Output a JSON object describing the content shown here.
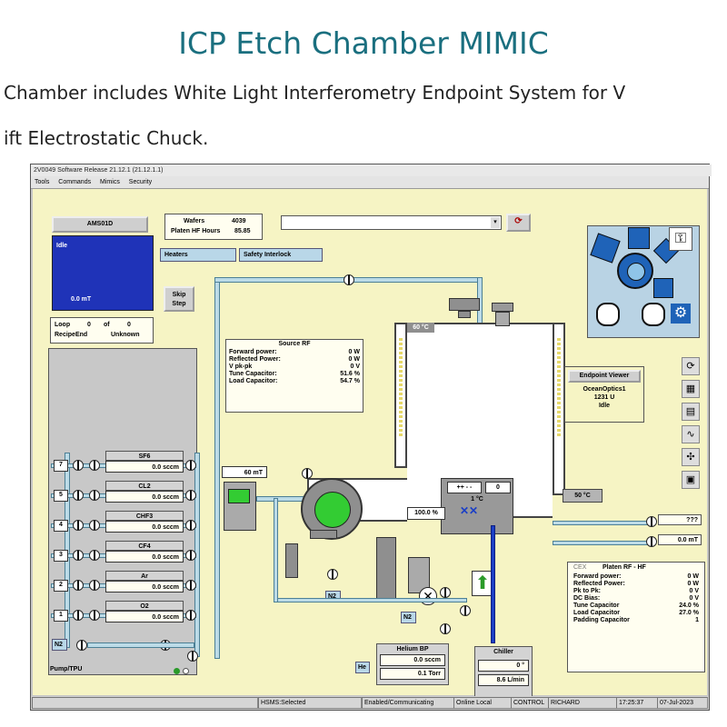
{
  "slide": {
    "title": "ICP Etch Chamber MIMIC",
    "line1": "Chamber includes White Light Interferometry Endpoint System for V",
    "line2": "ift Electrostatic Chuck."
  },
  "window": {
    "title": "2V0049  Software Release 21.12.1 (21.12.1.1)",
    "menu": [
      "Tools",
      "Commands",
      "Mimics",
      "Security"
    ]
  },
  "module": {
    "name": "AMS01D",
    "state": "Idle",
    "pressure": "0.0 mT"
  },
  "wafers": {
    "label": "Wafers",
    "count": "4039",
    "hours_label": "Platen HF Hours",
    "hours": "85.85"
  },
  "buttons": {
    "heaters": "Heaters",
    "interlock": "Safety Interlock",
    "skip": "Skip",
    "step": "Step"
  },
  "loop": {
    "loop_label": "Loop",
    "loop_val": "0",
    "of_label": "of",
    "of_val": "0",
    "recipe_label": "RecipeEnd",
    "recipe_val": "Unknown"
  },
  "source_rf": {
    "title": "Source RF",
    "rows": [
      {
        "label": "Forward power:",
        "value": "0 W"
      },
      {
        "label": "Reflected Power:",
        "value": "0 W"
      },
      {
        "label": "V pk-pk",
        "value": "0 V"
      },
      {
        "label": "Tune Capacitor:",
        "value": "51.6 %"
      },
      {
        "label": "Load Capacitor:",
        "value": "54.7 %"
      }
    ]
  },
  "gases": [
    {
      "num": "7",
      "name": "SF6",
      "value": "0.0 sccm"
    },
    {
      "num": "5",
      "name": "CL2",
      "value": "0.0 sccm"
    },
    {
      "num": "4",
      "name": "CHF3",
      "value": "0.0 sccm"
    },
    {
      "num": "3",
      "name": "CF4",
      "value": "0.0 sccm"
    },
    {
      "num": "2",
      "name": "Ar",
      "value": "0.0 sccm"
    },
    {
      "num": "1",
      "name": "O2",
      "value": "0.0 sccm"
    }
  ],
  "chamber": {
    "lid_temp": "60 °C",
    "wall_temp": "50 °C",
    "pressure": "60 mT",
    "valve_pos": "100.0 %",
    "chuck_plus": "++ - -",
    "chuck_zero": "0",
    "chuck_temp": "1 °C"
  },
  "endpoint": {
    "title": "Endpoint Viewer",
    "device": "OceanOptics1",
    "value": "1231 U",
    "state": "Idle"
  },
  "side_readouts": {
    "top": "???",
    "bottom": "0.0 mT"
  },
  "n2": "N2",
  "he": "He",
  "helium": {
    "title": "Helium BP",
    "flow": "0.0 sccm",
    "pressure": "0.1 Torr"
  },
  "chiller": {
    "title": "Chiller",
    "temp": "0 °",
    "flow": "8.6 L/min"
  },
  "platen": {
    "cex": "CEX",
    "title": "Platen RF - HF",
    "rows": [
      {
        "label": "Forward power:",
        "value": "0 W"
      },
      {
        "label": "Reflected Power:",
        "value": "0 W"
      },
      {
        "label": "Pk to Pk:",
        "value": "0 V"
      },
      {
        "label": "DC Bias:",
        "value": "0 V"
      },
      {
        "label": "Tune Capacitor",
        "value": "24.0 %"
      },
      {
        "label": "Load Capacitor",
        "value": "27.0 %"
      },
      {
        "label": "Padding Capacitor",
        "value": "1"
      }
    ]
  },
  "pump_label": "Pump/TPU",
  "status": {
    "hsms": "HSMS:Selected",
    "comm": "Enabled/Communicating",
    "mode": "Online Local",
    "control": "CONTROL",
    "user": "RICHARD",
    "time": "17:25:37",
    "date": "07-Jul-2023"
  },
  "colors": {
    "accent": "#1a6f7f",
    "mimic_bg": "#f6f4c4",
    "module_bg": "#1f33b8",
    "pipe": "#bcdbe7",
    "turbo": "#33cc33"
  }
}
